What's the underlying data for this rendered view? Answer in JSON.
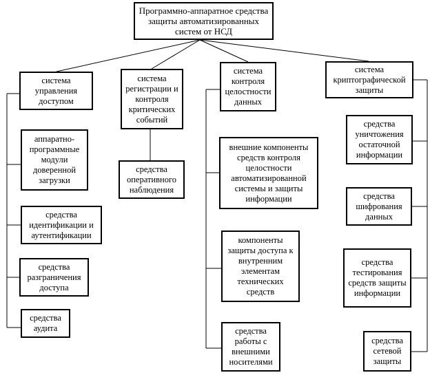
{
  "root": {
    "label": "Программно-аппаратное средства защиты автоматизированных систем от НСД"
  },
  "branches": [
    {
      "label": "система управления доступом",
      "children": [
        "аппаратно-программные модули доверенной загрузки",
        "средства идентификации и аутентификации",
        "средства разграничения доступа",
        "средства аудита"
      ]
    },
    {
      "label": "система регистрации и контроля критических событий",
      "children": [
        "средства оперативного наблюдения"
      ]
    },
    {
      "label": "система контроля целостности данных",
      "children": [
        "внешние компоненты средств контроля целостности автоматизированной системы и защиты информации",
        "компоненты защиты доступа к внутренним элементам технических средств",
        "средства работы с внешними носителями"
      ]
    },
    {
      "label": "система криптографической защиты",
      "children": [
        "средства уничтожения остаточной информации",
        "средства шифрования данных",
        "средства тестирования средств защиты информации",
        "средства сетевой защиты"
      ]
    }
  ]
}
